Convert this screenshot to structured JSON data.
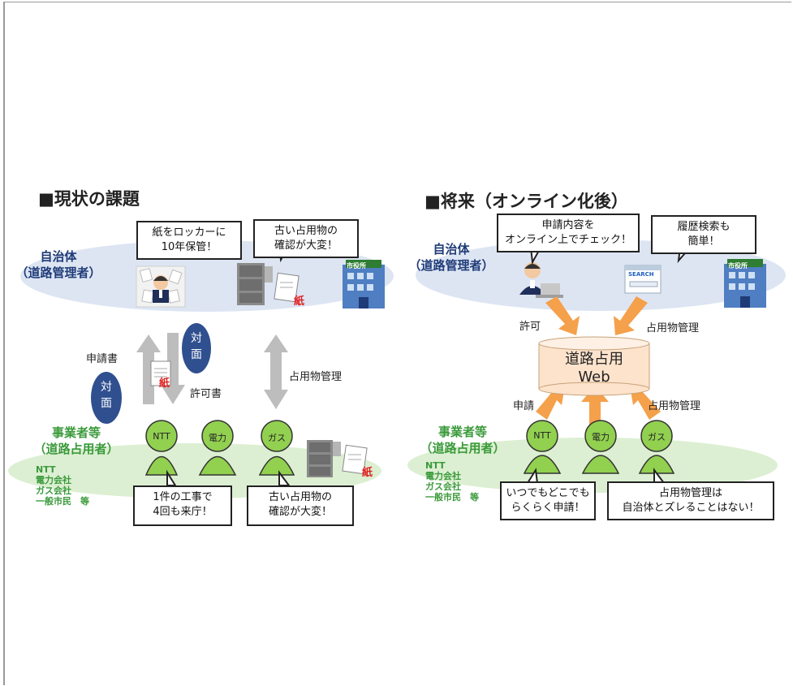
{
  "left": {
    "heading": "■現状の課題",
    "org_line1": "自治体",
    "org_line2": "（道路管理者）",
    "bubble_locker_1": "紙をロッカーに",
    "bubble_locker_2": "10年保管！",
    "bubble_check_1": "古い占用物の",
    "bubble_check_2": "確認が大変！",
    "paper_tag": "紙",
    "label_application": "申請書",
    "label_permit": "許可書",
    "label_management": "占用物管理",
    "face_to_face_1a": "対",
    "face_to_face_1b": "面",
    "face_to_face_2a": "対",
    "face_to_face_2b": "面",
    "biz_line1": "事業者等",
    "biz_line2": "（道路占用者）",
    "biz_list": [
      "NTT",
      "電力会社",
      "ガス会社",
      "一般市民　等"
    ],
    "persons": [
      "NTT",
      "電力",
      "ガス"
    ],
    "bubble_visits_1": "1件の工事で",
    "bubble_visits_2": "4回も来庁！",
    "bubble_old_1": "古い占用物の",
    "bubble_old_2": "確認が大変！"
  },
  "right": {
    "heading": "■将来（オンライン化後）",
    "org_line1": "自治体",
    "org_line2": "（道路管理者）",
    "bubble_online_1": "申請内容を",
    "bubble_online_2": "オンライン上でチェック！",
    "bubble_search_1": "履歴検索も",
    "bubble_search_2": "簡単！",
    "search_badge": "SEARCH",
    "label_permit": "許可",
    "label_management_top": "占用物管理",
    "web_line1": "道路占用",
    "web_line2": "Web",
    "label_application": "申請",
    "label_management_bottom": "占用物管理",
    "biz_line1": "事業者等",
    "biz_line2": "（道路占用者）",
    "biz_list": [
      "NTT",
      "電力会社",
      "ガス会社",
      "一般市民　等"
    ],
    "persons": [
      "NTT",
      "電力",
      "ガス"
    ],
    "bubble_anywhere_1": "いつでもどこでも",
    "bubble_anywhere_2": "らくらく申請！",
    "bubble_sync_1": "占用物管理は",
    "bubble_sync_2": "自治体とズレることはない！"
  },
  "building_sign": "市役所",
  "colors": {
    "org_blue": "#1f3b78",
    "ellipse_blue": "#dde5f3",
    "ellipse_green": "#dcefd2",
    "person_green": "#92d050",
    "arrow_orange": "#f5a04a",
    "arrow_gray": "#bdbdbd",
    "oval_navy": "#2f4f8f",
    "paper_red": "#e02020",
    "web_fill": "#fde3cc"
  },
  "icons": [
    "paperwork-person-icon",
    "locker-icon",
    "document-icon",
    "city-hall-icon",
    "office-worker-icon",
    "search-window-icon",
    "person-icon",
    "arrow-icon"
  ]
}
